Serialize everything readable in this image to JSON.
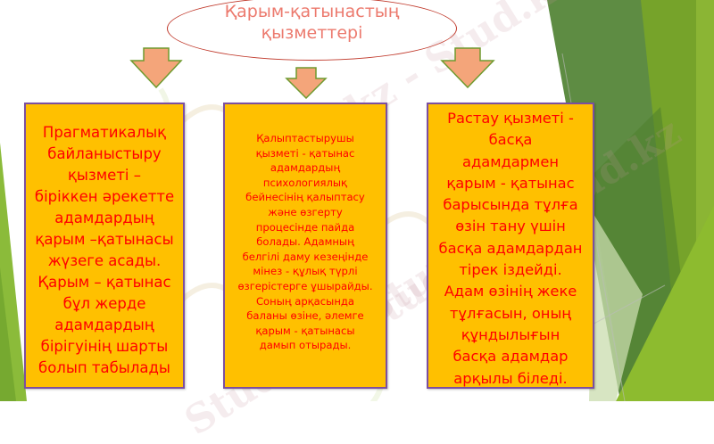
{
  "slide": {
    "title": "Қарым-қатынастың\nқызметтері",
    "boxes": [
      {
        "id": "pragmatic",
        "text": "Прагматикалық\nбайланыстыру\nқызметі –\nбіріккен әрекетте\nадамдардың\nқарым –қатынасы\nжүзеге асады.\nҚарым – қатынас\nбұл жерде\nадамдардың\nбірігуінің шарты\nболып табылады"
      },
      {
        "id": "formative",
        "text": "Қалыптастырушы\nқызметі - қатынас\nадамдардың\nпсихологиялық\nбейнесінің қалыптасу\nжәне өзгерту\nпроцесінде пайда\nболады. Адамның\nбелгілі даму кезеңінде\nмінез - құлық түрлі\nөзгерістерге ұшырайды.\nСоның арқасында\nбаланы өзіне, әлемге\nқарым - қатынасы\nдамып отырады."
      },
      {
        "id": "confirmation",
        "text": "Растау қызметі -\nбасқа\nадамдармен\nқарым - қатынас\nбарысында тұлға\nөзін тану үшін\nбасқа адамдардан\nтірек іздейді.\nАдам өзінің жеке\nтұлғасын, оның\nқұндылығын\nбасқа адамдар\nарқылы біледі."
      }
    ],
    "watermark": "Stud.kz - Stud.kz",
    "icons": {
      "arrow": "down-arrow-icon",
      "ellipse": "ellipse-shape"
    },
    "colors": {
      "box_fill": "#ffc000",
      "box_border": "#7c4fa0",
      "box_text": "#ff0000",
      "title_text": "#ec7a6e",
      "ellipse_border": "#c0392b",
      "arrow_fill": "#f4a57a",
      "arrow_border": "#6f9a2e",
      "green_dark": "#5a8a3e",
      "green_mid": "#76a32a",
      "green_light": "#8bb534"
    }
  }
}
